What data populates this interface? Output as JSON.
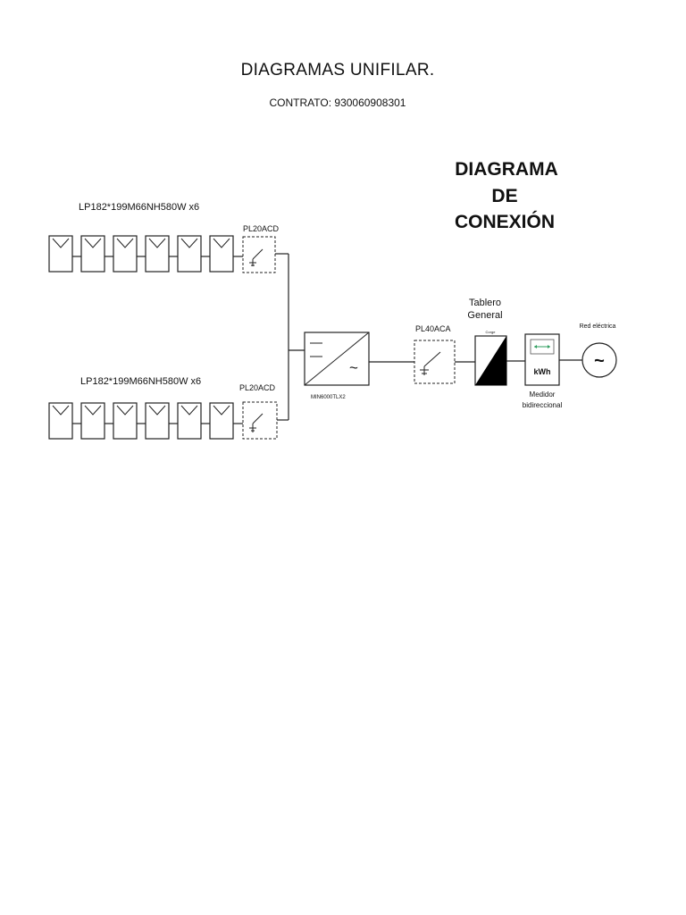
{
  "document": {
    "title": "DIAGRAMAS UNIFILAR.",
    "contract": "CONTRATO: 930060908301"
  },
  "diagram": {
    "heading": [
      "DIAGRAMA",
      "DE",
      "CONEXIÓN"
    ],
    "string_1": {
      "label": "LP182*199M66NH580W  x6",
      "panel_count": 6,
      "protection": "PL20ACD"
    },
    "string_2": {
      "label": "LP182*199M66NH580W  x6",
      "panel_count": 6,
      "protection": "PL20ACD"
    },
    "inverter": {
      "label": "MIN6000TLX2",
      "dc_symbol": "—",
      "ac_symbol": "~"
    },
    "ac_protection": "PL40ACA",
    "board": {
      "label_line1": "Tablero",
      "label_line2": "General",
      "small": "Corge"
    },
    "meter": {
      "unit": "kWh",
      "label_line1": "Medidor",
      "label_line2": "bidireccional"
    },
    "grid": {
      "label": "Red eléctrica",
      "symbol": "~"
    }
  }
}
